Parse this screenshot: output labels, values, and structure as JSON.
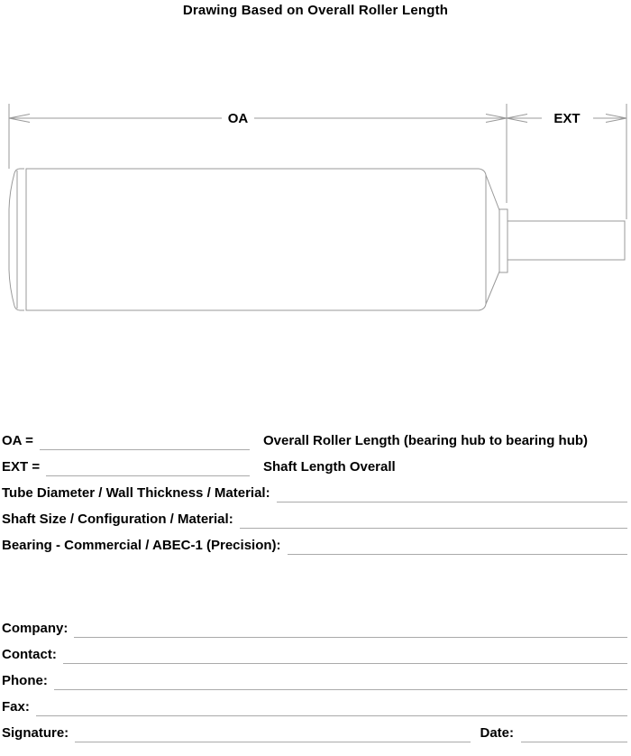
{
  "title": "Drawing Based on Overall Roller Length",
  "diagram": {
    "oa_label": "OA",
    "ext_label": "EXT",
    "line_color": "#999999",
    "parts": [
      "roller-tube",
      "left-bearing-hub",
      "right-bearing-hub",
      "shaft"
    ]
  },
  "spec_rows": [
    {
      "label": "OA =",
      "value": "",
      "description": "Overall Roller Length (bearing hub to bearing hub)"
    },
    {
      "label": "EXT =",
      "value": "",
      "description": "Shaft Length Overall"
    },
    {
      "label": "Tube Diameter / Wall Thickness / Material:",
      "value": ""
    },
    {
      "label": "Shaft Size / Configuration / Material:",
      "value": ""
    },
    {
      "label": "Bearing - Commercial / ABEC-1 (Precision):",
      "value": ""
    }
  ],
  "contact_rows": [
    {
      "label": "Company:",
      "value": ""
    },
    {
      "label": "Contact:",
      "value": ""
    },
    {
      "label": "Phone:",
      "value": ""
    },
    {
      "label": "Fax:",
      "value": ""
    }
  ],
  "signature_row": {
    "label": "Signature:",
    "value": "",
    "date_label": "Date:",
    "date_value": ""
  }
}
